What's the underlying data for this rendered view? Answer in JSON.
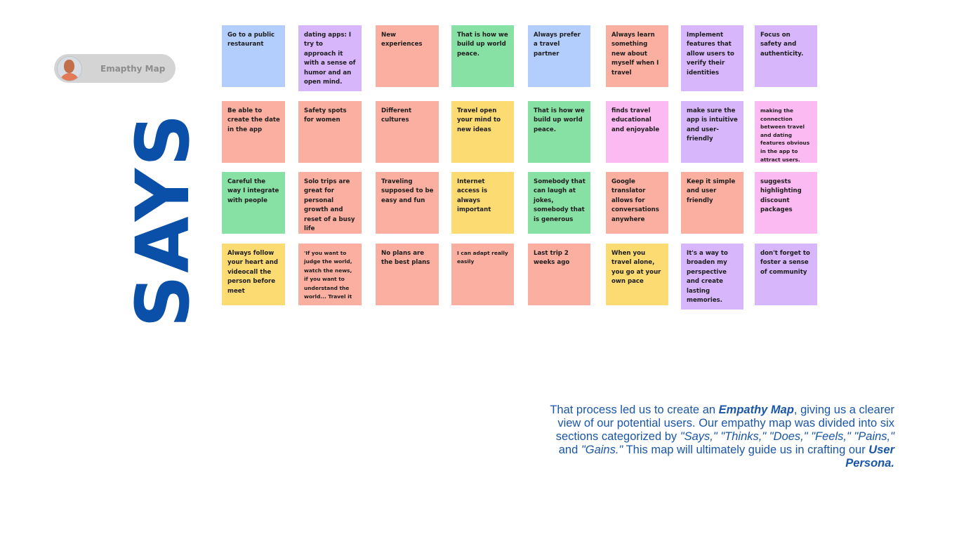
{
  "header": {
    "badge_label": "Emapthy Map",
    "avatar_icon": "person-avatar-icon"
  },
  "section_title": "SAYS",
  "notes": {
    "r0": [
      {
        "text": "Go to a public restaurant",
        "color": "blue"
      },
      {
        "text": "dating apps: I try to approach it with a sense of humor and an open mind.",
        "color": "purple"
      },
      {
        "text": "New experiences",
        "color": "salmon"
      },
      {
        "text": "That is how we build up world peace.",
        "color": "green"
      },
      {
        "text": "Always prefer a travel partner",
        "color": "blue"
      },
      {
        "text": "Always learn something new about myself when I travel",
        "color": "salmon"
      },
      {
        "text": "Implement features that allow users to verify their identities",
        "color": "purple"
      },
      {
        "text": "Focus on safety and authenticity.",
        "color": "purple"
      }
    ],
    "r1": [
      {
        "text": "Be able to create the date in the app",
        "color": "salmon"
      },
      {
        "text": "Safety spots for women",
        "color": "salmon"
      },
      {
        "text": "Different cultures",
        "color": "salmon"
      },
      {
        "text": "Travel open your mind to new ideas",
        "color": "yellow"
      },
      {
        "text": "That is how we build up world peace.",
        "color": "green"
      },
      {
        "text": "finds travel educational and enjoyable",
        "color": "pink"
      },
      {
        "text": "make sure the app is intuitive and user-friendly",
        "color": "purple"
      },
      {
        "text": "making the connection between travel and dating features obvious in the app to attract users.",
        "color": "pink"
      }
    ],
    "r2": [
      {
        "text": "Careful the way I integrate with people",
        "color": "green"
      },
      {
        "text": "Solo trips are great for personal growth and reset of a busy life",
        "color": "salmon"
      },
      {
        "text": "Traveling supposed to be easy and fun",
        "color": "salmon"
      },
      {
        "text": "Internet access is always important",
        "color": "yellow"
      },
      {
        "text": "Somebody that can laugh at jokes, somebody that is generous",
        "color": "green"
      },
      {
        "text": "Google translator allows for conversations anywhere",
        "color": "salmon"
      },
      {
        "text": "Keep it simple and user friendly",
        "color": "salmon"
      },
      {
        "text": "suggests highlighting discount packages",
        "color": "pink"
      }
    ],
    "r3": [
      {
        "text": "Always follow your heart and videocall the person before meet",
        "color": "yellow"
      },
      {
        "text": "'If you want to judge the world, watch the news, if you want to understand the world... Travel it",
        "color": "salmon"
      },
      {
        "text": "No plans are the best plans",
        "color": "salmon"
      },
      {
        "text": "I can adapt really easily",
        "color": "salmon"
      },
      {
        "text": "Last trip 2 weeks ago",
        "color": "salmon"
      },
      {
        "text": "When you travel alone, you go at your own pace",
        "color": "yellow"
      },
      {
        "text": "It's a way to broaden my perspective and create lasting memories.",
        "color": "purple"
      },
      {
        "text": "don't forget to foster a sense of community",
        "color": "purple"
      }
    ]
  },
  "caption": {
    "t1": "That process led us to create an ",
    "b1": "Empathy Map",
    "t2": ", giving us a clearer view of our potential users. Our empathy map was divided into six sections categorized by ",
    "i1": "\"Says,\" \"Thinks,\" \"Does,\" \"Feels,\" \"Pains,\"",
    "t3": " and ",
    "i2": "\"Gains.\"",
    "t4": " This map will ultimately guide us in crafting our ",
    "b2": "User Persona."
  }
}
